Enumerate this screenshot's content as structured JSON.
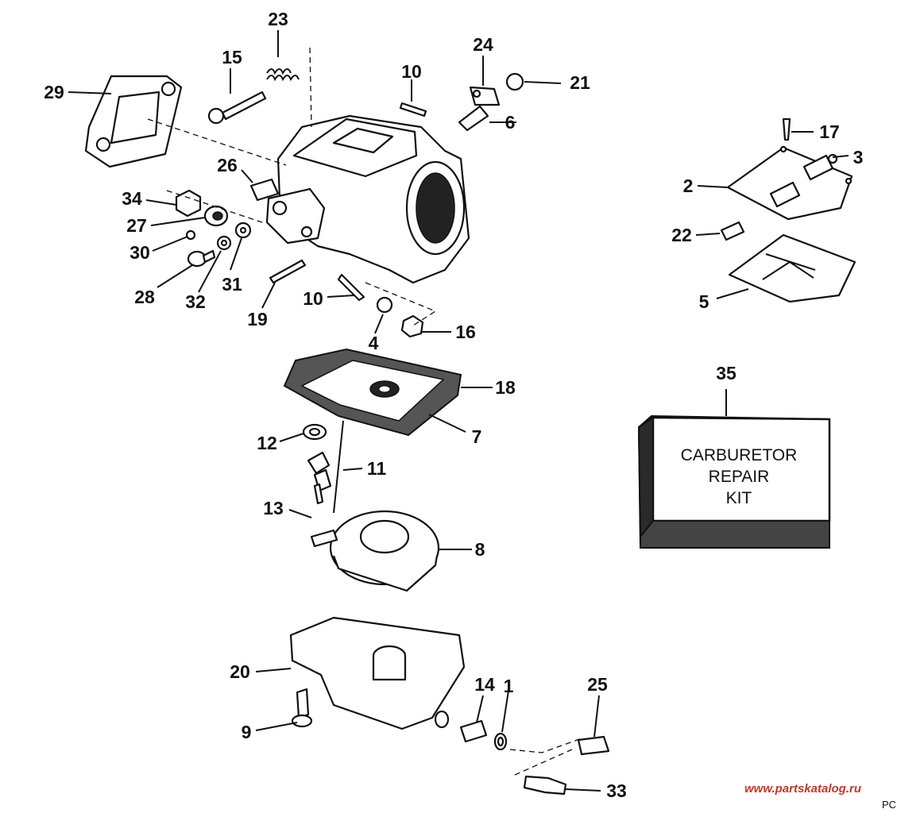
{
  "callouts": [
    {
      "id": "c1",
      "text": "1"
    },
    {
      "id": "c2",
      "text": "2"
    },
    {
      "id": "c3",
      "text": "3"
    },
    {
      "id": "c4",
      "text": "4"
    },
    {
      "id": "c5",
      "text": "5"
    },
    {
      "id": "c6",
      "text": "6"
    },
    {
      "id": "c7",
      "text": "7"
    },
    {
      "id": "c8",
      "text": "8"
    },
    {
      "id": "c9",
      "text": "9"
    },
    {
      "id": "c10a",
      "text": "10"
    },
    {
      "id": "c10b",
      "text": "10"
    },
    {
      "id": "c11",
      "text": "11"
    },
    {
      "id": "c12",
      "text": "12"
    },
    {
      "id": "c13",
      "text": "13"
    },
    {
      "id": "c14",
      "text": "14"
    },
    {
      "id": "c15",
      "text": "15"
    },
    {
      "id": "c16",
      "text": "16"
    },
    {
      "id": "c17",
      "text": "17"
    },
    {
      "id": "c18",
      "text": "18"
    },
    {
      "id": "c19",
      "text": "19"
    },
    {
      "id": "c20",
      "text": "20"
    },
    {
      "id": "c21",
      "text": "21"
    },
    {
      "id": "c22",
      "text": "22"
    },
    {
      "id": "c23",
      "text": "23"
    },
    {
      "id": "c24",
      "text": "24"
    },
    {
      "id": "c25",
      "text": "25"
    },
    {
      "id": "c26",
      "text": "26"
    },
    {
      "id": "c27",
      "text": "27"
    },
    {
      "id": "c28",
      "text": "28"
    },
    {
      "id": "c29",
      "text": "29"
    },
    {
      "id": "c30",
      "text": "30"
    },
    {
      "id": "c31",
      "text": "31"
    },
    {
      "id": "c32",
      "text": "32"
    },
    {
      "id": "c33",
      "text": "33"
    },
    {
      "id": "c34",
      "text": "34"
    },
    {
      "id": "c35",
      "text": "35"
    }
  ],
  "kit": {
    "line1": "CARBURETOR",
    "line2": "REPAIR",
    "line3": "KIT"
  },
  "watermark": "www.partskatalog.ru",
  "corner_code": "PC",
  "colors": {
    "ink": "#111111",
    "watermark": "#c0392b",
    "background": "#ffffff"
  }
}
